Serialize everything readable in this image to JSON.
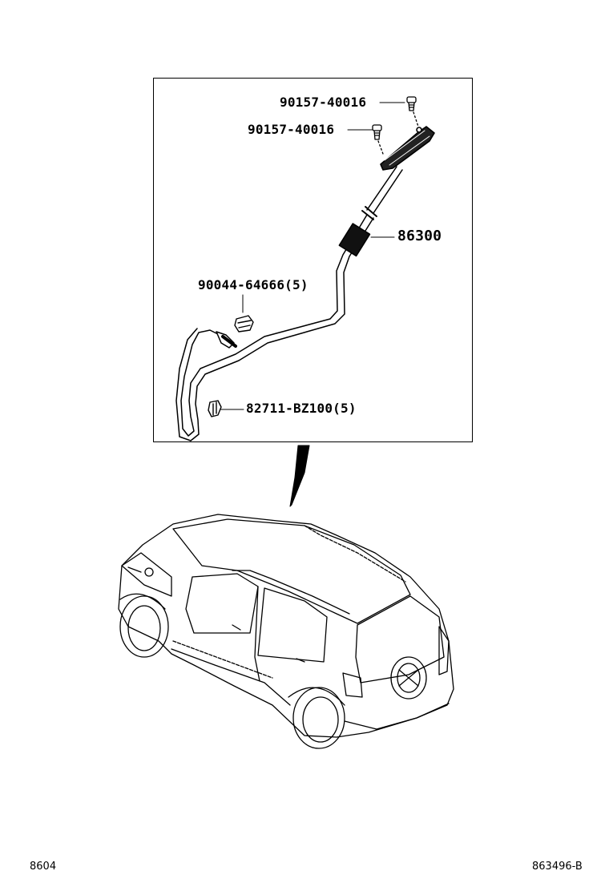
{
  "parts": {
    "screw_upper": "90157-40016",
    "screw_lower": "90157-40016",
    "antenna_cord": "86300",
    "clamp": "90044-64666(5)",
    "clip": "82711-BZ100(5)"
  },
  "footer": {
    "left_code": "8604",
    "right_code": "863496-B"
  }
}
